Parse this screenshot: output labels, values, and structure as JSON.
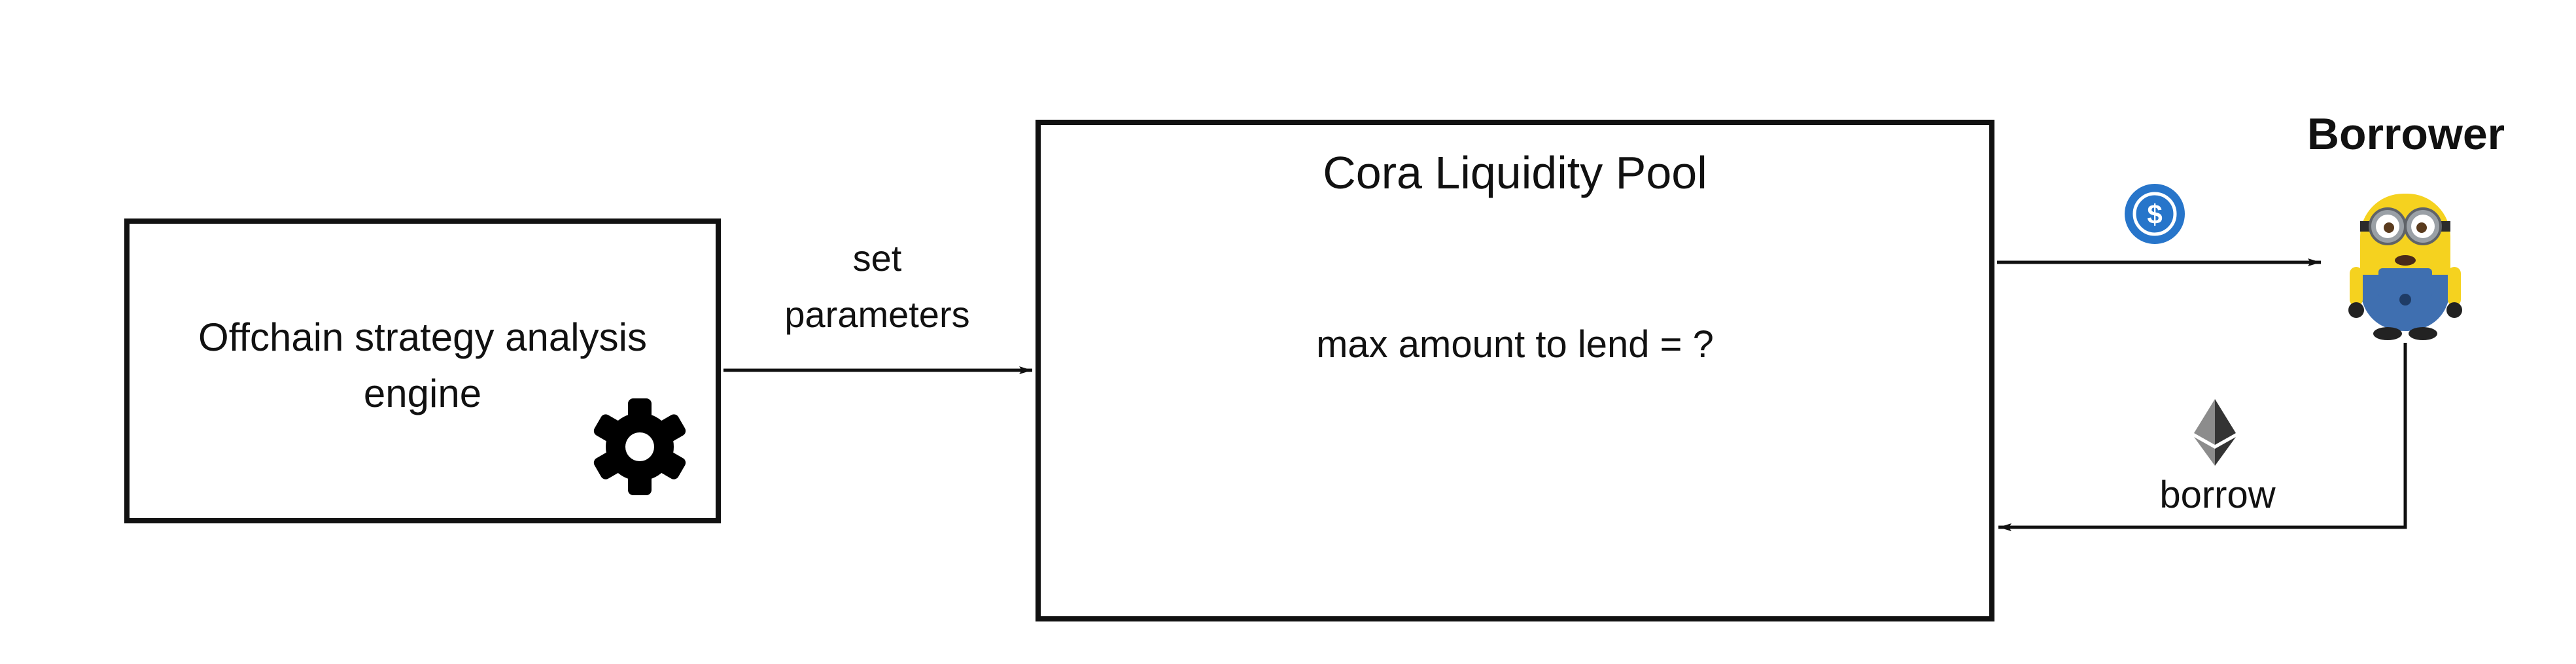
{
  "engine": {
    "label_line1": "Offchain strategy analysis",
    "label_line2": "engine",
    "icon": "gear-icon"
  },
  "arrow_engine_to_pool": {
    "label_line1": "set",
    "label_line2": "parameters"
  },
  "pool": {
    "title": "Cora Liquidity Pool",
    "body": "max amount to lend = ?"
  },
  "borrower": {
    "title": "Borrower",
    "icon": "minion-icon"
  },
  "arrow_pool_to_borrower": {
    "icon": "usdc-coin-icon",
    "coin_glyph": "$"
  },
  "arrow_borrower_to_pool": {
    "icon": "ethereum-icon",
    "label": "borrow"
  },
  "colors": {
    "stroke": "#111111",
    "usdc_blue": "#2775ca",
    "eth_dark": "#343434",
    "eth_light": "#8c8c8c",
    "minion_yellow": "#f5d21f",
    "minion_overalls": "#3f6fb0",
    "goggle_metal": "#9aa0a6"
  }
}
